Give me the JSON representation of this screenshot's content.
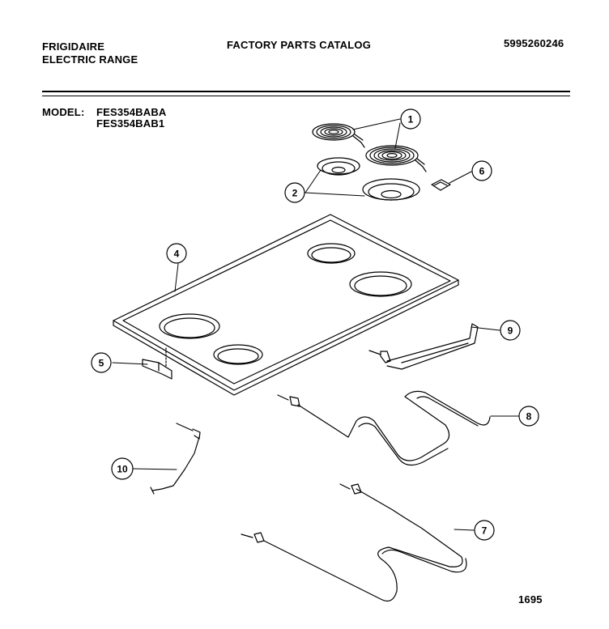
{
  "header": {
    "brand": "FRIGIDAIRE",
    "product": "ELECTRIC RANGE",
    "catalog": "FACTORY PARTS CATALOG",
    "part_number": "5995260246"
  },
  "model": {
    "label": "MODEL:",
    "numbers": [
      "FES354BABA",
      "FES354BAB1"
    ]
  },
  "callouts": [
    {
      "id": "callout-1",
      "label": "1"
    },
    {
      "id": "callout-2",
      "label": "2"
    },
    {
      "id": "callout-4",
      "label": "4"
    },
    {
      "id": "callout-5",
      "label": "5"
    },
    {
      "id": "callout-6",
      "label": "6"
    },
    {
      "id": "callout-7",
      "label": "7"
    },
    {
      "id": "callout-8",
      "label": "8"
    },
    {
      "id": "callout-9",
      "label": "9"
    },
    {
      "id": "callout-10",
      "label": "10"
    }
  ],
  "footer": {
    "page_number": "1695"
  }
}
